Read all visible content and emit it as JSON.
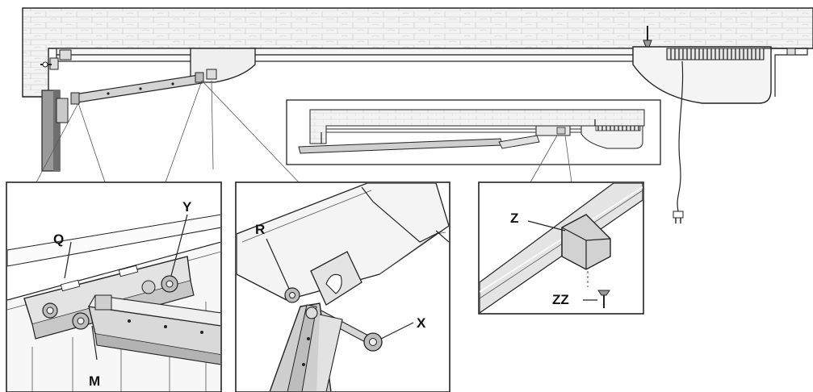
{
  "diagram": {
    "callouts": {
      "Q": "Q",
      "Y": "Y",
      "M": "M",
      "R": "R",
      "X": "X",
      "Z": "Z",
      "ZZ": "ZZ"
    }
  },
  "colors": {
    "line": "#222222",
    "ceiling_fill": "#f1f1f1",
    "part_fill": "#e2e2e2",
    "shade": "#bdbdbd"
  }
}
